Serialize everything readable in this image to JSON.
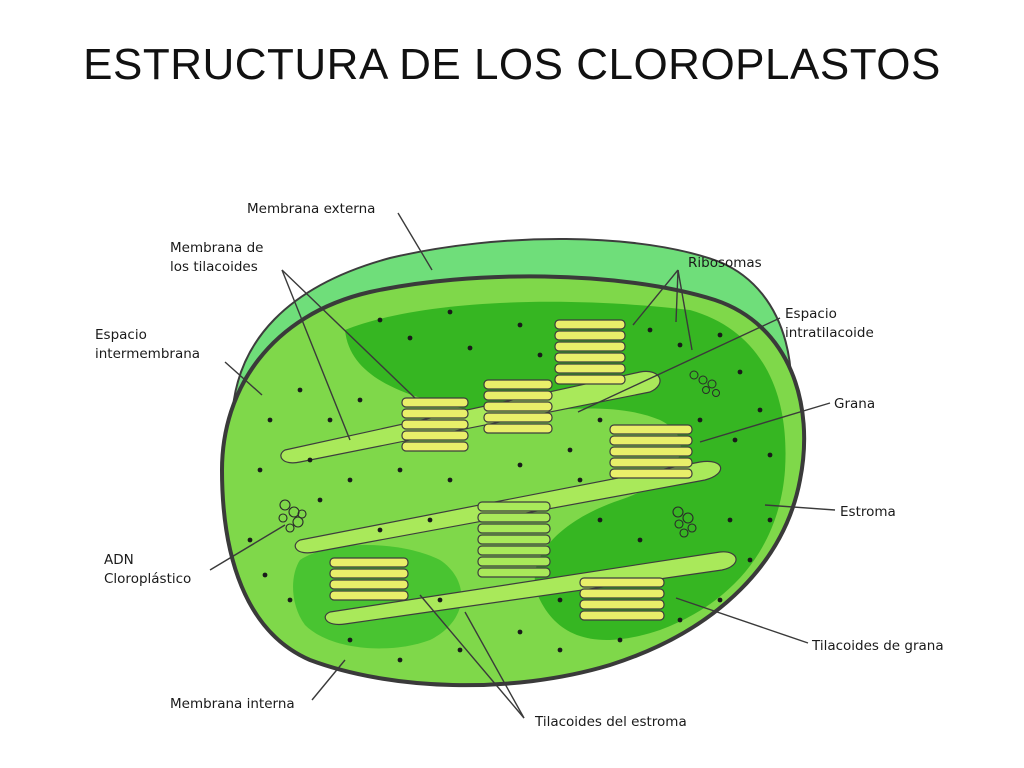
{
  "slide": {
    "title": "ESTRUCTURA DE LOS CLOROPLASTOS"
  },
  "colors": {
    "outer_membrane": "#6fde7a",
    "stroma_light": "#7fd84a",
    "stroma_dark": "#2fb21e",
    "thylakoid": "#e9ef6a",
    "outline": "#3d3d3d"
  },
  "labels": {
    "membrana_externa": "Membrana externa",
    "membrana_tilacoides": [
      "Membrana de",
      "los tilacoides"
    ],
    "espacio_intermembrana": [
      "Espacio",
      "intermembrana"
    ],
    "ribosomas": "Ribosomas",
    "espacio_intratilacoide": [
      "Espacio",
      "intratilacoide"
    ],
    "grana": "Grana",
    "estroma": "Estroma",
    "adn": [
      "ADN",
      "Cloroplástico"
    ],
    "tilacoides_grana": "Tilacoides de grana",
    "membrana_interna": "Membrana interna",
    "tilacoides_estroma": "Tilacoides del estroma"
  }
}
